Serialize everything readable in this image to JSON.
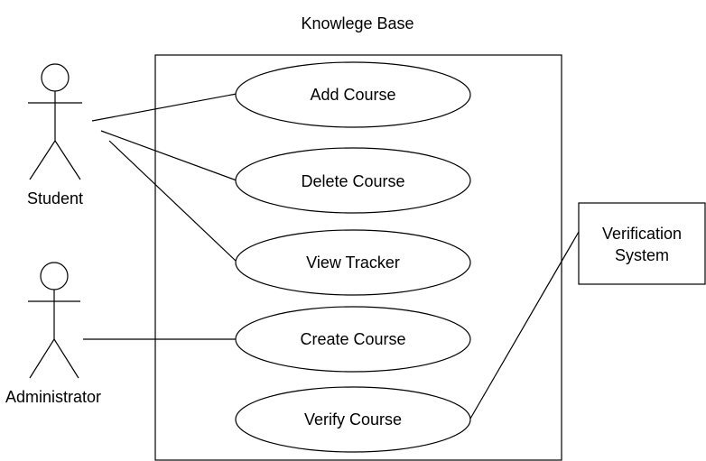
{
  "system_boundary": {
    "title": "Knowlege Base"
  },
  "actors": {
    "student": {
      "label": "Student"
    },
    "administrator": {
      "label": "Administrator"
    }
  },
  "use_cases": {
    "add_course": "Add Course",
    "delete_course": "Delete Course",
    "view_tracker": "View Tracker",
    "create_course": "Create Course",
    "verify_course": "Verify Course"
  },
  "external_system": {
    "line1": "Verification",
    "line2": "System"
  },
  "colors": {
    "stroke": "#000000",
    "background": "#ffffff"
  }
}
